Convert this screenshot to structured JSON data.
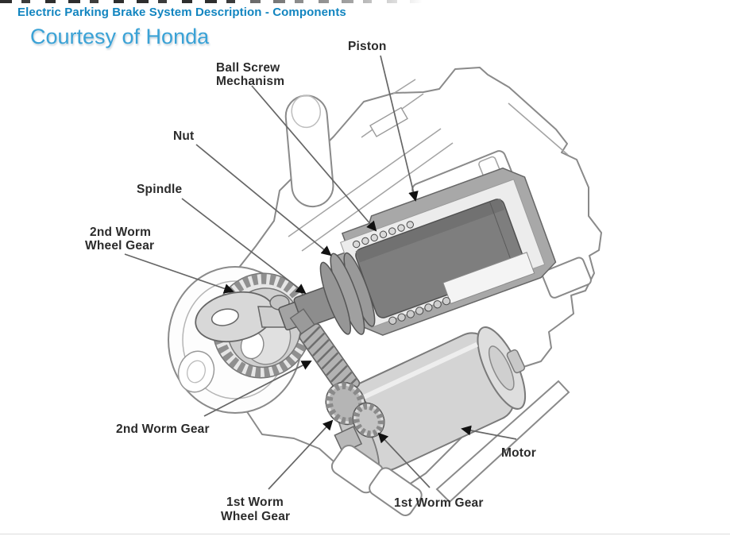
{
  "header": {
    "title": "Electric Parking Brake System Description - Components",
    "subtitle": "Courtesy of Honda",
    "title_color": "#1285c0",
    "subtitle_color": "#3aa2d6"
  },
  "diagram": {
    "labels": {
      "piston": "Piston",
      "ball_screw_line1": "Ball Screw",
      "ball_screw_line2": "Mechanism",
      "nut": "Nut",
      "spindle": "Spindle",
      "worm_wheel_2_line1": "2nd Worm",
      "worm_wheel_2_line2": "Wheel Gear",
      "worm_gear_2": "2nd Worm Gear",
      "worm_wheel_1_line1": "1st Worm",
      "worm_wheel_1_line2": "Wheel Gear",
      "worm_gear_1": "1st Worm Gear",
      "motor": "Motor"
    },
    "colors": {
      "body_outline": "#8a8a8a",
      "mechanism_outline": "#555555",
      "housing_fill": "#a8a8a8",
      "piston_fill": "#7e7e7e",
      "motor_fill": "#d4d4d4",
      "label_text": "#2b2b2b",
      "leader_line": "#666666",
      "arrowhead": "#111111"
    }
  }
}
